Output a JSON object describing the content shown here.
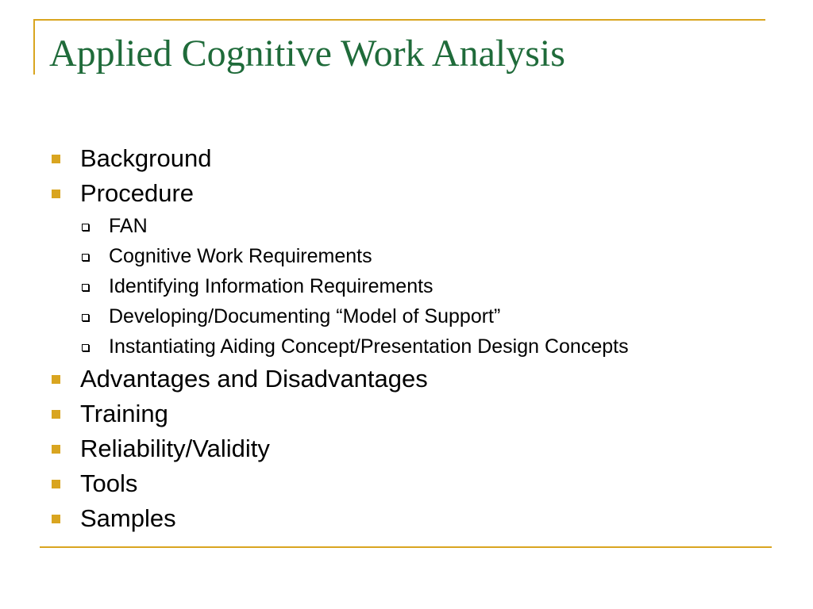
{
  "slide": {
    "title": "Applied Cognitive Work Analysis",
    "colors": {
      "title": "#1f6b3a",
      "accent": "#d9a520",
      "text": "#000000"
    },
    "bullets": [
      {
        "label": "Background",
        "subitems": []
      },
      {
        "label": "Procedure",
        "subitems": [
          "FAN",
          "Cognitive Work Requirements",
          "Identifying Information Requirements",
          "Developing/Documenting “Model of Support”",
          "Instantiating Aiding Concept/Presentation Design Concepts"
        ]
      },
      {
        "label": "Advantages and Disadvantages",
        "subitems": []
      },
      {
        "label": "Training",
        "subitems": []
      },
      {
        "label": "Reliability/Validity",
        "subitems": []
      },
      {
        "label": "Tools",
        "subitems": []
      },
      {
        "label": "Samples",
        "subitems": []
      }
    ]
  }
}
